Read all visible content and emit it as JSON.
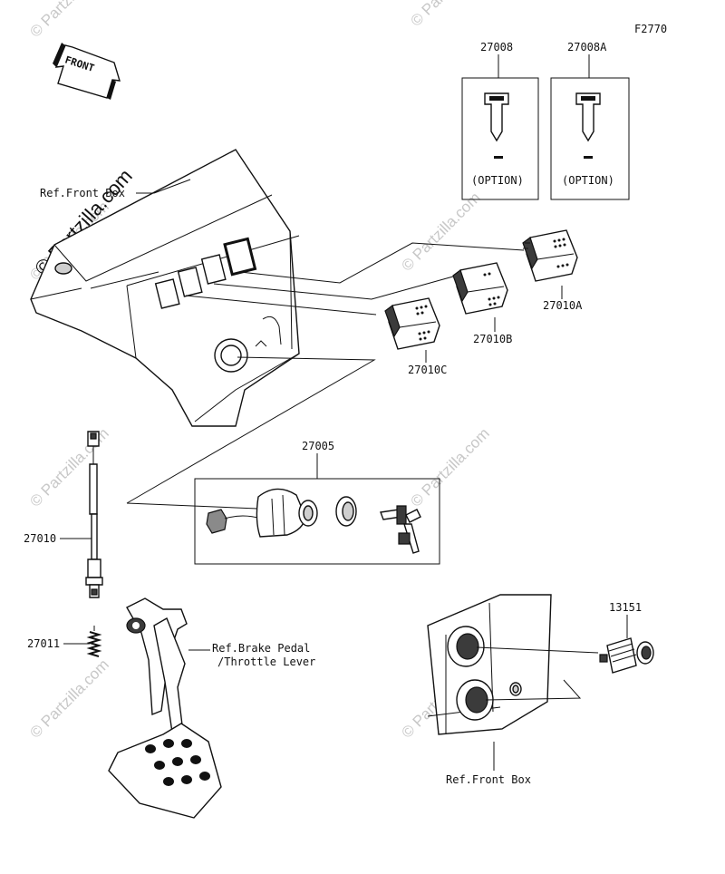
{
  "diagram_code": "F2770",
  "front_arrow_label": "FRONT",
  "watermark_text": "© Partzilla.com",
  "watermark_main": "© Partzilla.com",
  "parts": {
    "key_a": "27008",
    "key_b": "27008A",
    "option_a": "(OPTION)",
    "option_b": "(OPTION)",
    "switch_a": "27010A",
    "switch_b": "27010B",
    "switch_c": "27010C",
    "ignition_set": "27005",
    "stop_switch": "27010",
    "spring": "27011",
    "socket": "13151"
  },
  "refs": {
    "front_box_top": "Ref.Front Box",
    "brake_pedal_1": "Ref.Brake Pedal",
    "brake_pedal_2": "/Throttle Lever",
    "front_box_bottom": "Ref.Front Box"
  }
}
